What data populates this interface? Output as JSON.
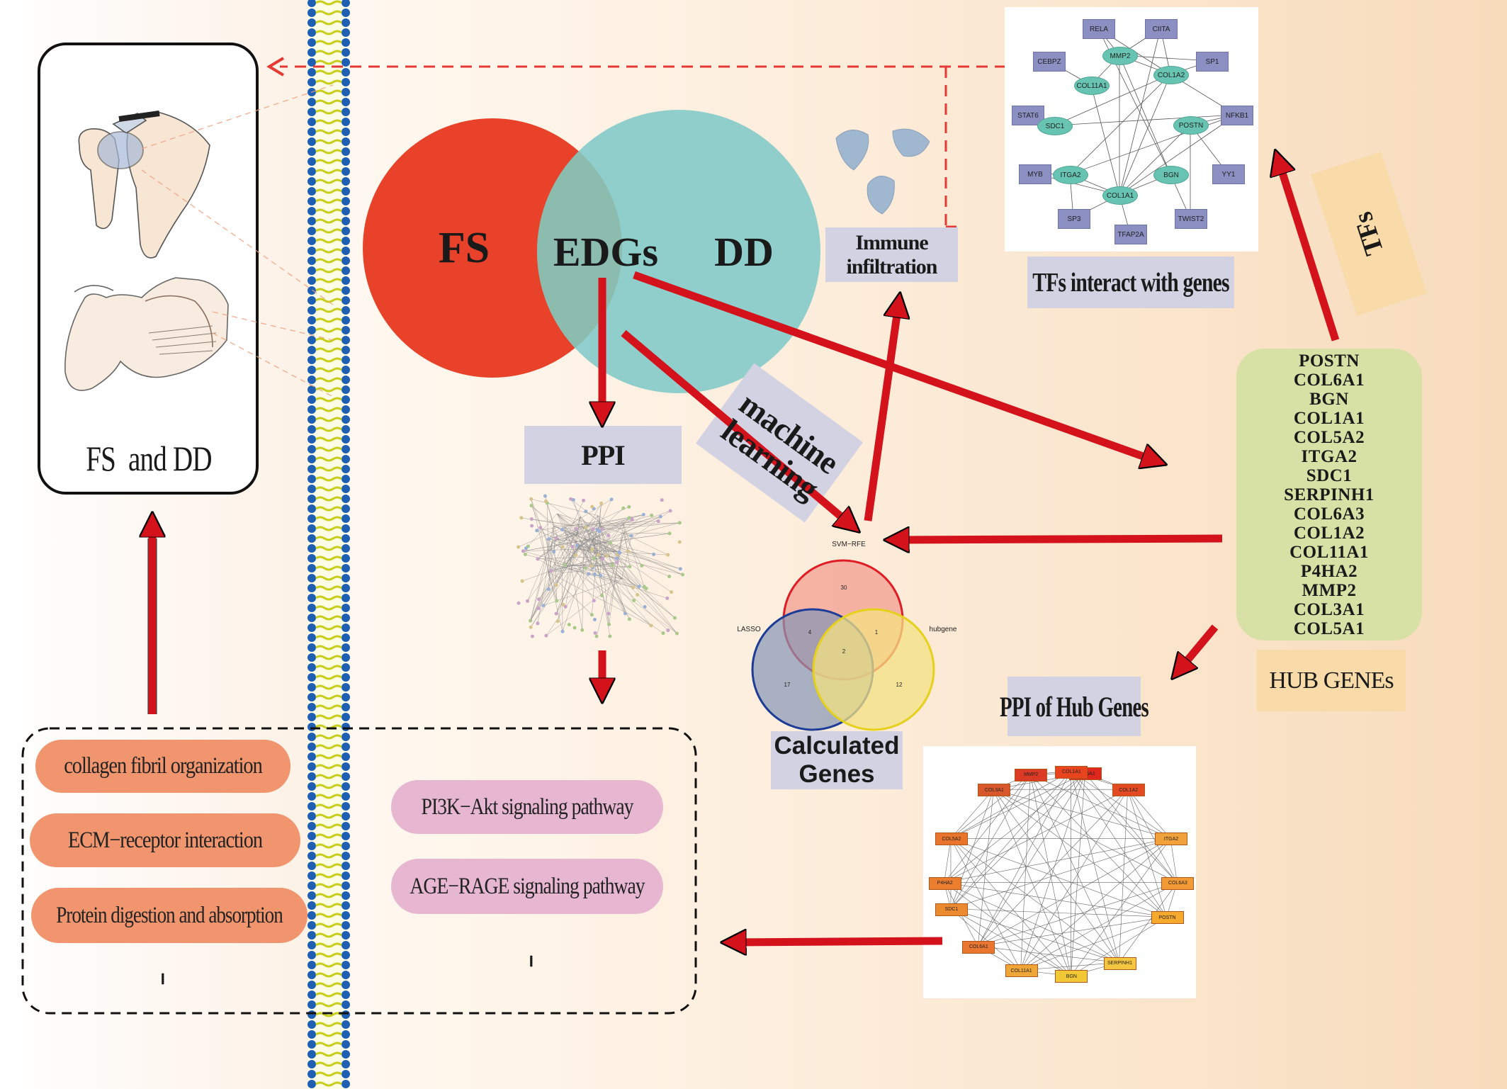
{
  "left_panel": {
    "title": "FS  and DD"
  },
  "venn": {
    "left": "FS",
    "center": "EDGs",
    "right": "DD"
  },
  "labels": {
    "immune": "Immune\ninfiltration",
    "ppi": "PPI",
    "machine_learning": "machine\nlearning",
    "tfs_interact": "TFs interact with genes",
    "tfs": "TFs",
    "calculated_genes": "Calculated\nGenes",
    "ppi_hub": "PPI of Hub Genes",
    "hub_genes_title": "HUB GENEs"
  },
  "hub_genes": [
    "POSTN",
    "COL6A1",
    "BGN",
    "COL1A1",
    "COL5A2",
    "ITGA2",
    "SDC1",
    "SERPINH1",
    "COL6A3",
    "COL1A2",
    "COL11A1",
    "P4HA2",
    "MMP2",
    "COL3A1",
    "COL5A1"
  ],
  "pathways_left": [
    "collagen fibril organization",
    "ECM−receptor interaction",
    "Protein digestion and absorption"
  ],
  "pathways_right": [
    "PI3K−Akt signaling pathway",
    "AGE−RAGE signaling pathway"
  ],
  "ellipsis": "......",
  "small_venn": {
    "sets": [
      "SVM−RFE",
      "LASSO",
      "hubgene"
    ],
    "counts": {
      "svm_only": "30",
      "lasso_svm": "4",
      "svm_hub": "1",
      "all": "2",
      "lasso_only": "17",
      "hub_only": "12"
    }
  },
  "tf_network": {
    "tfs": [
      "RELA",
      "CIITA",
      "CEBPZ",
      "SP1",
      "STAT6",
      "NFKB1",
      "MYB",
      "YY1",
      "SP3",
      "TFAP2A",
      "TWIST2"
    ],
    "genes": [
      "MMP2",
      "COL1A2",
      "COL11A1",
      "SDC1",
      "POSTN",
      "ITGA2",
      "BGN",
      "COL1A1"
    ]
  },
  "hub_network": {
    "nodes": [
      "COL3A1",
      "MMP2",
      "COL5A1",
      "COL1A2",
      "COL1A1",
      "COL5A2",
      "ITGA2",
      "COL6A3",
      "P4HA2",
      "SDC1",
      "POSTN",
      "COL6A1",
      "COL11A1",
      "BGN",
      "SERPINH1"
    ]
  },
  "colors": {
    "fs_circle": "#e8432a",
    "dd_circle": "#7dc8c8",
    "arrow": "#d3121c",
    "hub_box": "#d7e1a5",
    "lavender": "#d3d2e3",
    "salmon": "#f0956e",
    "pink": "#e7b7d2",
    "peach": "#f8dba8"
  }
}
